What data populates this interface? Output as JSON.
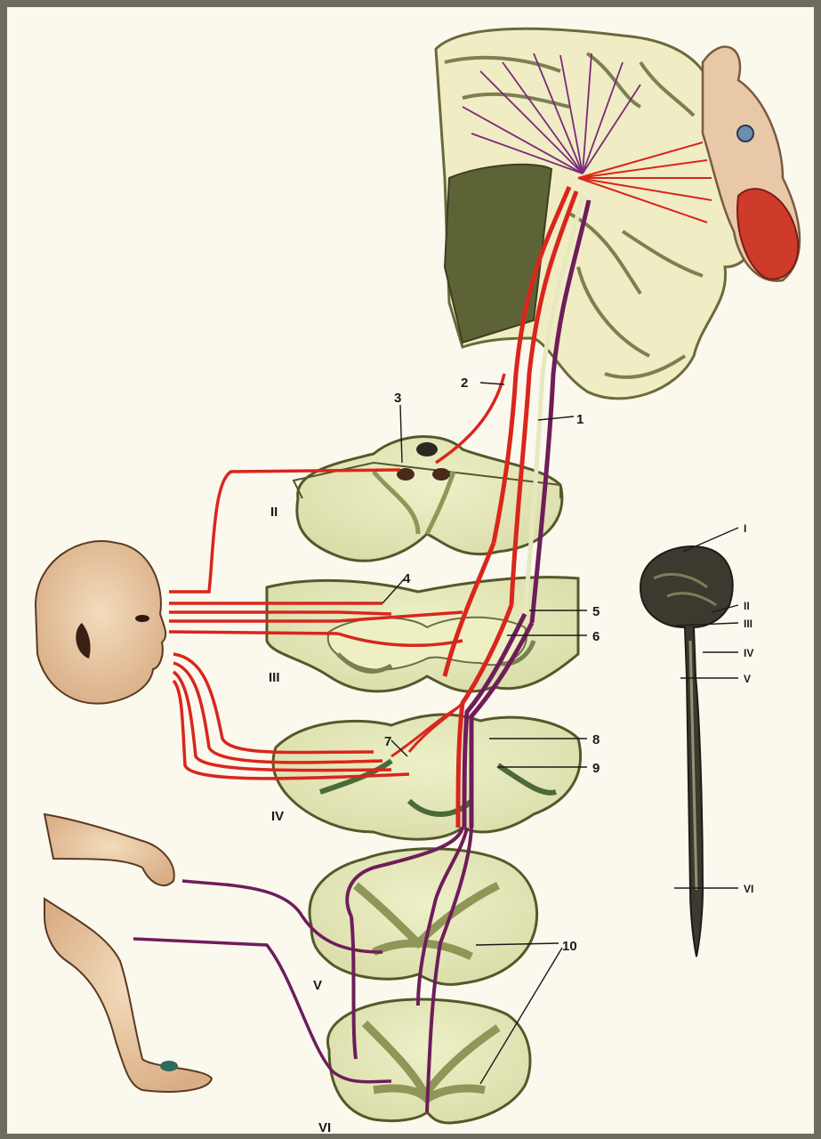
{
  "callouts": [
    "1",
    "2",
    "3",
    "4",
    "5",
    "6",
    "7",
    "8",
    "9",
    "10"
  ],
  "sections": [
    "II",
    "III",
    "IV",
    "V",
    "VI"
  ],
  "mini_cord_levels": [
    "I",
    "II",
    "III",
    "IV",
    "V",
    "VI"
  ],
  "colors": {
    "frame": "#6e6c5e",
    "paper": "#fbf8ee",
    "tissue": "#e4e4b8",
    "grey_matter": "#8f9658",
    "sensory_fibers": "#d9261c",
    "motor_fibers": "#6e1d5a",
    "skin": "#ead0ae",
    "mini_cord": "#3c3a2e"
  },
  "icons": [
    "brain-section-icon",
    "head-icon",
    "arm-icon",
    "leg-icon",
    "spinal-cord-icon"
  ]
}
